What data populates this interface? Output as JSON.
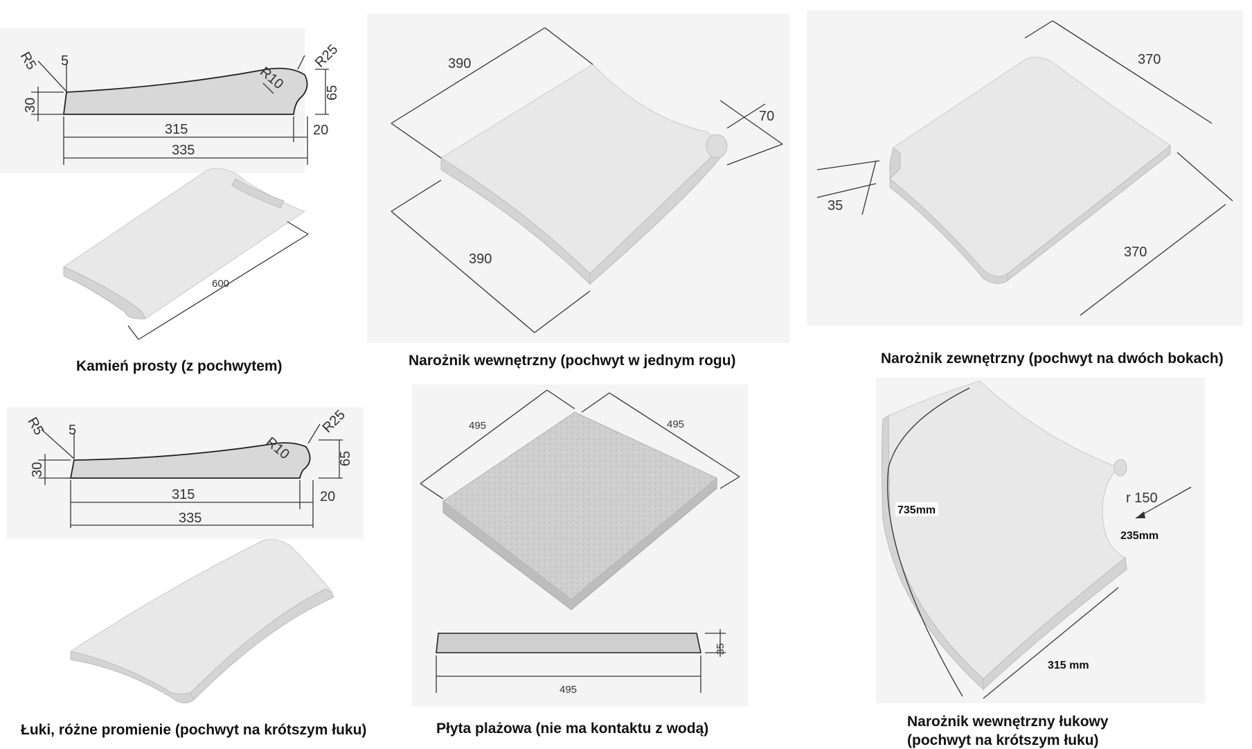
{
  "colors": {
    "stone_top": "#e8e8e8",
    "stone_edge": "#d4d4d4",
    "speckled": "#cfcfcf",
    "text": "#111111"
  },
  "panels": [
    {
      "caption": "Kamień prosty (z pochwytem)",
      "dims": {
        "r5": "R5",
        "d5": "5",
        "r25": "R25",
        "r10": "R10",
        "h30": "30",
        "h65": "65",
        "w315": "315",
        "w20": "20",
        "w335": "335",
        "len600": "600"
      }
    },
    {
      "caption": "Narożnik wewnętrzny (pochwyt w jednym rogu)",
      "dims": {
        "a": "390",
        "b": "390",
        "c": "70"
      }
    },
    {
      "caption": "Narożnik zewnętrzny (pochwyt na dwóch bokach)",
      "dims": {
        "a": "370",
        "b": "370",
        "c": "35"
      }
    },
    {
      "caption": "Łuki, różne promienie (pochwyt na krótszym łuku)",
      "dims": {
        "r5": "R5",
        "d5": "5",
        "r25": "R25",
        "r10": "R10",
        "h30": "30",
        "h65": "65",
        "w315": "315",
        "w20": "20",
        "w335": "335"
      }
    },
    {
      "caption": "Płyta plażowa (nie ma kontaktu z wodą)",
      "dims": {
        "a": "495",
        "b": "495",
        "c": "495",
        "h": "35"
      }
    },
    {
      "caption_line1": "Narożnik wewnętrzny łukowy",
      "caption_line2": "(pochwyt na krótszym łuku)",
      "dims": {
        "outer": "735mm",
        "radius": "r 150",
        "inner": "235mm",
        "side": "315 mm"
      }
    }
  ]
}
